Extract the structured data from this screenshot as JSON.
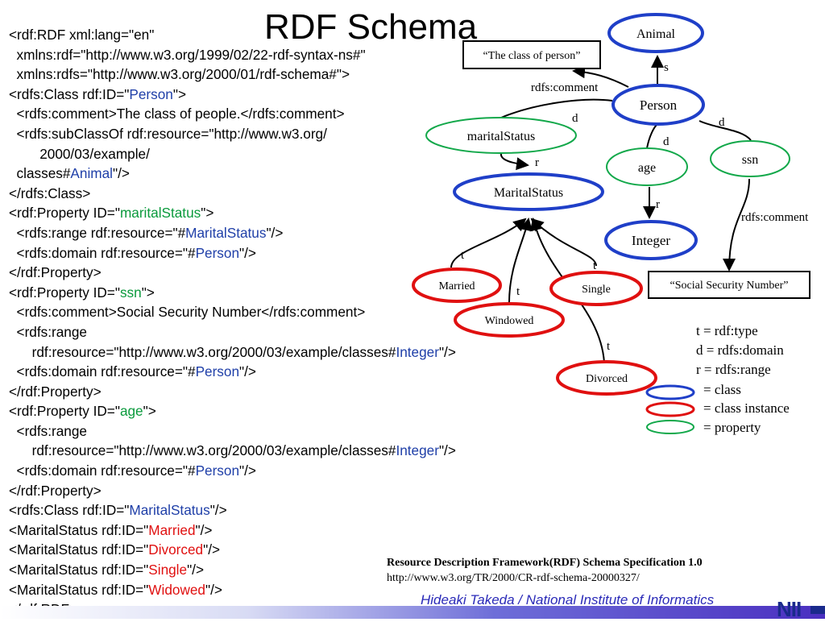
{
  "title": "RDF Schema",
  "code_lines": [
    [
      {
        "t": "<rdf:RDF xml:lang=\"en\""
      }
    ],
    [
      {
        "t": "  xmlns:rdf=\"http://www.w3.org/1999/02/22-rdf-syntax-ns#\""
      }
    ],
    [
      {
        "t": "  xmlns:rdfs=\"http://www.w3.org/2000/01/rdf-schema#\">"
      }
    ],
    [
      {
        "t": "<rdfs:Class rdf:ID=\""
      },
      {
        "t": "Person",
        "c": "blue"
      },
      {
        "t": "\">"
      }
    ],
    [
      {
        "t": "  <rdfs:comment>The class of people.</rdfs:comment>"
      }
    ],
    [
      {
        "t": "  <rdfs:subClassOf rdf:resource=\"http://www.w3.org/"
      }
    ],
    [
      {
        "t": "        2000/03/example/"
      }
    ],
    [
      {
        "t": "  classes#"
      },
      {
        "t": "Animal",
        "c": "blue"
      },
      {
        "t": "\"/>"
      }
    ],
    [
      {
        "t": "</rdfs:Class>"
      }
    ],
    [
      {
        "t": "<rdf:Property ID=\""
      },
      {
        "t": "maritalStatus",
        "c": "green"
      },
      {
        "t": "\">"
      }
    ],
    [
      {
        "t": "  <rdfs:range rdf:resource=\"#"
      },
      {
        "t": "MaritalStatus",
        "c": "blue"
      },
      {
        "t": "\"/>"
      }
    ],
    [
      {
        "t": "  <rdfs:domain rdf:resource=\"#"
      },
      {
        "t": "Person",
        "c": "blue"
      },
      {
        "t": "\"/>"
      }
    ],
    [
      {
        "t": "</rdf:Property>"
      }
    ],
    [
      {
        "t": "<rdf:Property ID=\""
      },
      {
        "t": "ssn",
        "c": "green"
      },
      {
        "t": "\">"
      }
    ],
    [
      {
        "t": "  <rdfs:comment>Social Security Number</rdfs:comment>"
      }
    ],
    [
      {
        "t": "  <rdfs:range"
      }
    ],
    [
      {
        "t": "      rdf:resource=\"http://www.w3.org/2000/03/example/classes#"
      },
      {
        "t": "Integer",
        "c": "blue"
      },
      {
        "t": "\"/>"
      }
    ],
    [
      {
        "t": "  <rdfs:domain rdf:resource=\"#"
      },
      {
        "t": "Person",
        "c": "blue"
      },
      {
        "t": "\"/>"
      }
    ],
    [
      {
        "t": "</rdf:Property>"
      }
    ],
    [
      {
        "t": "<rdf:Property ID=\""
      },
      {
        "t": "age",
        "c": "green"
      },
      {
        "t": "\">"
      }
    ],
    [
      {
        "t": "  <rdfs:range"
      }
    ],
    [
      {
        "t": "      rdf:resource=\"http://www.w3.org/2000/03/example/classes#"
      },
      {
        "t": "Integer",
        "c": "blue"
      },
      {
        "t": "\"/>"
      }
    ],
    [
      {
        "t": "  <rdfs:domain rdf:resource=\"#"
      },
      {
        "t": "Person",
        "c": "blue"
      },
      {
        "t": "\"/>"
      }
    ],
    [
      {
        "t": "</rdf:Property>"
      }
    ],
    [
      {
        "t": "<rdfs:Class rdf:ID=\""
      },
      {
        "t": "MaritalStatus",
        "c": "blue"
      },
      {
        "t": "\"/>"
      }
    ],
    [
      {
        "t": "<MaritalStatus rdf:ID=\""
      },
      {
        "t": "Married",
        "c": "red"
      },
      {
        "t": "\"/>"
      }
    ],
    [
      {
        "t": "<MaritalStatus rdf:ID=\""
      },
      {
        "t": "Divorced",
        "c": "red"
      },
      {
        "t": "\"/>"
      }
    ],
    [
      {
        "t": "<MaritalStatus rdf:ID=\""
      },
      {
        "t": "Single",
        "c": "red"
      },
      {
        "t": "\"/>"
      }
    ],
    [
      {
        "t": "<MaritalStatus rdf:ID=\""
      },
      {
        "t": "Widowed",
        "c": "red"
      },
      {
        "t": "\"/>"
      }
    ],
    [
      {
        "t": "</rdf:RDF>"
      }
    ]
  ],
  "diagram": {
    "nodes": {
      "animal": "Animal",
      "person": "Person",
      "marital_status_prop": "maritalStatus",
      "marital_status_class": "MaritalStatus",
      "age": "age",
      "ssn": "ssn",
      "integer": "Integer",
      "married": "Married",
      "windowed": "Windowed",
      "single": "Single",
      "divorced": "Divorced"
    },
    "literals": {
      "class_of_person": "“The class of person”",
      "social_security_number": "“Social Security Number”"
    },
    "edge_labels": {
      "s": "s",
      "comment_person": "rdfs:comment",
      "d_marital": "d",
      "d_ssn": "d",
      "d_age": "d",
      "r_marital": "r",
      "r_age": "r",
      "comment_ssn": "rdfs:comment",
      "t_married": "t",
      "t_windowed": "t",
      "t_single": "t",
      "t_divorced": "t"
    },
    "legend": {
      "t": "t = rdf:type",
      "d": "d = rdfs:domain",
      "r": "r = rdfs:range",
      "class": "= class",
      "instance": "= class instance",
      "property": "= property"
    },
    "colors": {
      "class": "#1f3fc8",
      "instance": "#e01010",
      "property": "#12a84a"
    }
  },
  "footer": {
    "ref_title": "Resource Description Framework(RDF) Schema Specification 1.0",
    "ref_url": "http://www.w3.org/TR/2000/CR-rdf-schema-20000327/",
    "author": "Hideaki Takeda / National Institute of Informatics",
    "logo": "NII"
  }
}
